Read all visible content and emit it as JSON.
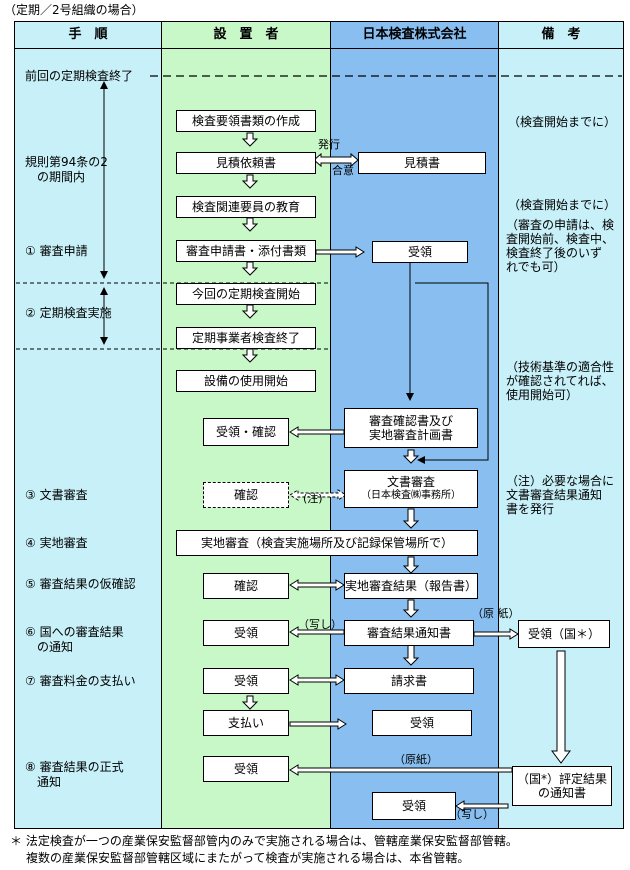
{
  "caption": "（定期／2号組織の場合）",
  "headers": {
    "procedure": "手　順",
    "installer": "設　置　者",
    "company": "日本検査株式会社",
    "remarks": "備　考"
  },
  "steps": {
    "prev_end": "前回の定期検査終了",
    "rule94": "規則第94条の2\n　の期間内",
    "s1": "① 審査申請",
    "s2": "② 定期検査実施",
    "s3": "③ 文書審査",
    "s4": "④ 実地審査",
    "s5": "⑤ 審査結果の仮確認",
    "s6": "⑥ 国への審査結果\n　の通知",
    "s7": "⑦ 審査料金の支払い",
    "s8": "⑧ 審査結果の正式\n　通知"
  },
  "boxes": {
    "b1": "検査要領書類の作成",
    "b2": "見積依頼書",
    "b3": "見積書",
    "b4": "検査関連要員の教育",
    "b5": "審査申請書・添付書類",
    "b6": "受領",
    "b7": "今回の定期検査開始",
    "b8": "定期事業者検査終了",
    "b9": "設備の使用開始",
    "b10": "受領・確認",
    "b11a": "審査確認書及び",
    "b11b": "実地審査計画書",
    "b12": "確認",
    "b13a": "文書審査",
    "b13b": "（日本検査㈱事務所）",
    "b14": "実地審査（検査実施場所及び記録保管場所で）",
    "b15": "確認",
    "b16": "実地審査結果（報告書）",
    "b17": "受領",
    "b18": "審査結果通知書",
    "b19": "受領（国＊）",
    "b20": "受領",
    "b21": "請求書",
    "b22": "支払い",
    "b23": "受領",
    "b24": "受領",
    "b25a": "（国*）評定結果",
    "b25b": "の通知書",
    "b26": "受領"
  },
  "labels": {
    "hakko": "発行",
    "goui": "合意",
    "chu": "(注)",
    "utsushi": "（写し）",
    "genshi1": "（原 紙）",
    "genshi2": "（原紙）",
    "utsushi2": "（写し）"
  },
  "remarks": {
    "r1": "（検査開始までに）",
    "r2": "（検査開始までに）",
    "r3": "（審査の申請は、検\n査開始前、検査中、\n検査終了後のいず\nれでも可）",
    "r4": "（技術基準の適合性\nが確認されてれば、\n使用開始可）",
    "r5": "（注）必要な場合に\n文書審査結果通知\n書を発行"
  },
  "footnotes": {
    "f1": "＊ 法定検査が一つの産業保安監督部管内のみで実施される場合は、管轄産業保安監督部管轄。",
    "f2": "複数の産業保安監督部管轄区域にまたがって検査が実施される場合は、本省管轄。"
  },
  "colors": {
    "procedure_bg": "#c8f0f8",
    "installer_bg": "#c8f8c8",
    "company_bg": "#88bff0",
    "remarks_bg": "#c8f0f8"
  }
}
